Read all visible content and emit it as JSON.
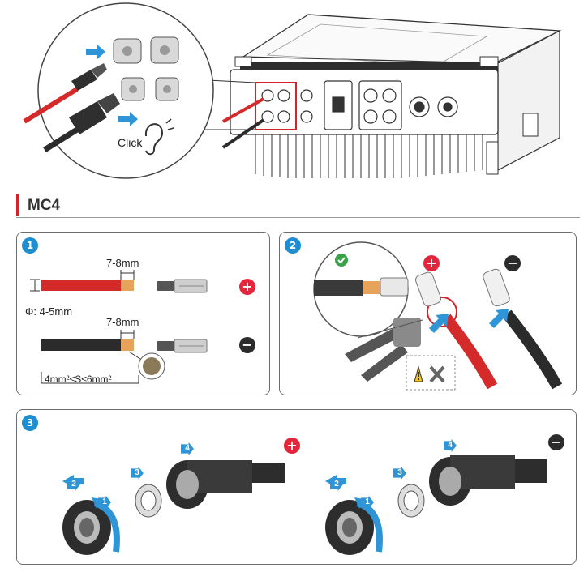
{
  "callout": {
    "click_label": "Click"
  },
  "section": {
    "title": "MC4"
  },
  "step1": {
    "number": "1",
    "strip_length_top": "7-8mm",
    "strip_length_bottom": "7-8mm",
    "diameter_label": "Φ: 4-5mm",
    "cross_section_label": "4mm²≤S≤6mm²",
    "plus_symbol": "+",
    "minus_symbol": "−"
  },
  "step2": {
    "number": "2",
    "plus_symbol": "+",
    "minus_symbol": "−"
  },
  "step3": {
    "number": "3",
    "plus_symbol": "+",
    "minus_symbol": "−",
    "left_steps": [
      "1",
      "2",
      "3",
      "4"
    ],
    "right_steps": [
      "1",
      "2",
      "3",
      "4"
    ]
  },
  "colors": {
    "accent_red": "#d2232a",
    "step_blue": "#1d8fd0",
    "cable_red": "#d42a2a",
    "cable_black": "#2b2b2b",
    "check_green": "#3aa14a",
    "warning_yellow": "#f5c518"
  }
}
